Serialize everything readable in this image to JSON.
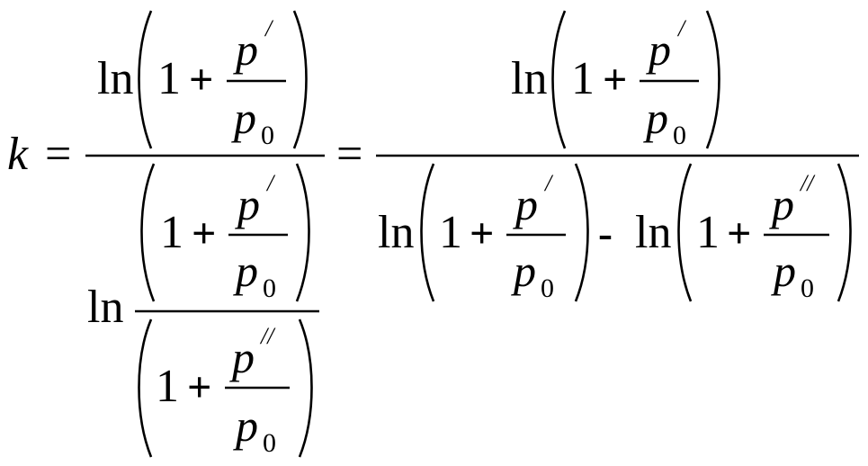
{
  "equation": {
    "lhs": "k",
    "eq": "=",
    "ln": "ln",
    "one": "1",
    "plus": "+",
    "minus": "-",
    "p": "p",
    "p0_base": "p",
    "p0_sub": "0",
    "prime": "/",
    "double_prime": "//"
  }
}
